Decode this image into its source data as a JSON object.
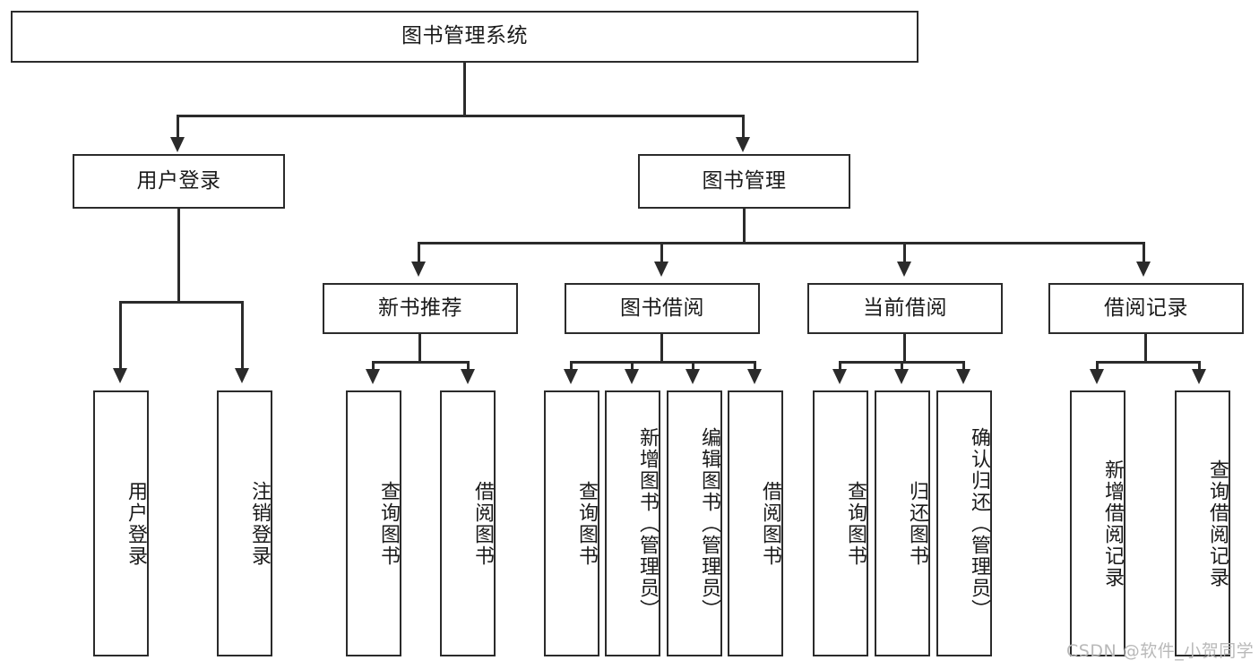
{
  "diagram": {
    "type": "hierarchy-tree",
    "title": "图书管理系统",
    "root": {
      "id": "root",
      "label": "图书管理系统",
      "orientation": "horizontal"
    },
    "level2": [
      {
        "id": "user-login",
        "label": "用户登录",
        "orientation": "horizontal"
      },
      {
        "id": "book-manage",
        "label": "图书管理",
        "orientation": "horizontal"
      }
    ],
    "level3": [
      {
        "id": "new-book-recommend",
        "label": "新书推荐",
        "orientation": "horizontal",
        "parent": "book-manage"
      },
      {
        "id": "book-borrow",
        "label": "图书借阅",
        "orientation": "horizontal",
        "parent": "book-manage"
      },
      {
        "id": "current-borrow",
        "label": "当前借阅",
        "orientation": "horizontal",
        "parent": "book-manage"
      },
      {
        "id": "borrow-record",
        "label": "借阅记录",
        "orientation": "horizontal",
        "parent": "book-manage"
      }
    ],
    "leaves": [
      {
        "id": "leaf-user-login",
        "label": "用户登录",
        "orientation": "vertical",
        "parent": "user-login"
      },
      {
        "id": "leaf-logout-login",
        "label": "注销登录",
        "orientation": "vertical",
        "parent": "user-login"
      },
      {
        "id": "leaf-query-book-1",
        "label": "查询图书",
        "orientation": "vertical",
        "parent": "new-book-recommend"
      },
      {
        "id": "leaf-borrow-book-1",
        "label": "借阅图书",
        "orientation": "vertical",
        "parent": "new-book-recommend"
      },
      {
        "id": "leaf-query-book-2",
        "label": "查询图书",
        "orientation": "vertical",
        "parent": "book-borrow"
      },
      {
        "id": "leaf-add-book",
        "label": "新增图书（管理员）",
        "orientation": "vertical",
        "parent": "book-borrow"
      },
      {
        "id": "leaf-edit-book",
        "label": "编辑图书（管理员）",
        "orientation": "vertical",
        "parent": "book-borrow"
      },
      {
        "id": "leaf-borrow-book-2",
        "label": "借阅图书",
        "orientation": "vertical",
        "parent": "book-borrow"
      },
      {
        "id": "leaf-query-book-3",
        "label": "查询图书",
        "orientation": "vertical",
        "parent": "current-borrow"
      },
      {
        "id": "leaf-return-book",
        "label": "归还图书",
        "orientation": "vertical",
        "parent": "current-borrow"
      },
      {
        "id": "leaf-confirm-return",
        "label": "确认归还（管理员）",
        "orientation": "vertical",
        "parent": "current-borrow"
      },
      {
        "id": "leaf-add-record",
        "label": "新增借阅记录",
        "orientation": "vertical",
        "parent": "borrow-record"
      },
      {
        "id": "leaf-query-record",
        "label": "查询借阅记录",
        "orientation": "vertical",
        "parent": "borrow-record"
      }
    ]
  },
  "watermark": {
    "text": "CSDN @软件_小贺同学"
  },
  "colors": {
    "stroke": "#2b2b2b",
    "fill": "#ffffff",
    "text": "#1a1a1a",
    "watermark": "#b9b9b9"
  }
}
